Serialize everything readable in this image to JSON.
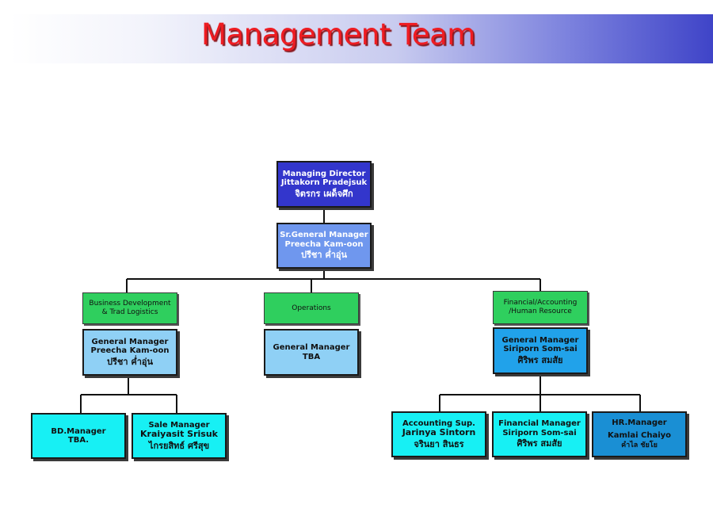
{
  "title": "Management Team",
  "colors": {
    "title_red": "#ee1c22",
    "md_box": "#3336cc",
    "sgm_box": "#6f97ee",
    "light_blue": "#8fd0f5",
    "mid_blue": "#21a2ea",
    "cyan": "#17f0f4",
    "dept_green": "#2fcf5e",
    "hr_blue": "#1a8fd4"
  },
  "nodes": {
    "managing_director": {
      "role": "Managing Director",
      "name": "Jittakorn Pradejsuk",
      "thai": "จิตรกร เผด็จศึก"
    },
    "sr_general_manager": {
      "role": "Sr.General Manager",
      "name": "Preecha Kam-oon",
      "thai": "ปรีชา ค่ำอุ่น"
    },
    "dept_business": {
      "line1": "Business Development",
      "line2": "& Trad Logistics"
    },
    "dept_operations": {
      "line1": "Operations"
    },
    "dept_financial": {
      "line1": "Financial/Accounting",
      "line2": "/Human Resource"
    },
    "gm_business": {
      "role": "General Manager",
      "name": "Preecha Kam-oon",
      "thai": "ปรีชา ค่ำอุ่น"
    },
    "gm_operations": {
      "role": "General Manager",
      "name": "TBA"
    },
    "gm_financial": {
      "role": "General Manager",
      "name": "Siriporn Som-sai",
      "thai": "ศิริพร สมสัย"
    },
    "bd_manager": {
      "role": "BD.Manager",
      "name": "TBA."
    },
    "sale_manager": {
      "role": "Sale Manager",
      "name": "Kraiyasit Srisuk",
      "thai": "ไกรยสิทธ์ ศรีสุข"
    },
    "accounting_sup": {
      "role": "Accounting Sup.",
      "name": "Jarinya Sintorn",
      "thai": "จรินยา สินธร"
    },
    "financial_manager": {
      "role": "Financial Manager",
      "name": "Siriporn Som-sai",
      "thai": "ศิริพร สมสัย"
    },
    "hr_manager": {
      "role": "HR.Manager",
      "name": "Kamlai Chaiyo",
      "thai": "คำไล ชัยโย"
    }
  }
}
